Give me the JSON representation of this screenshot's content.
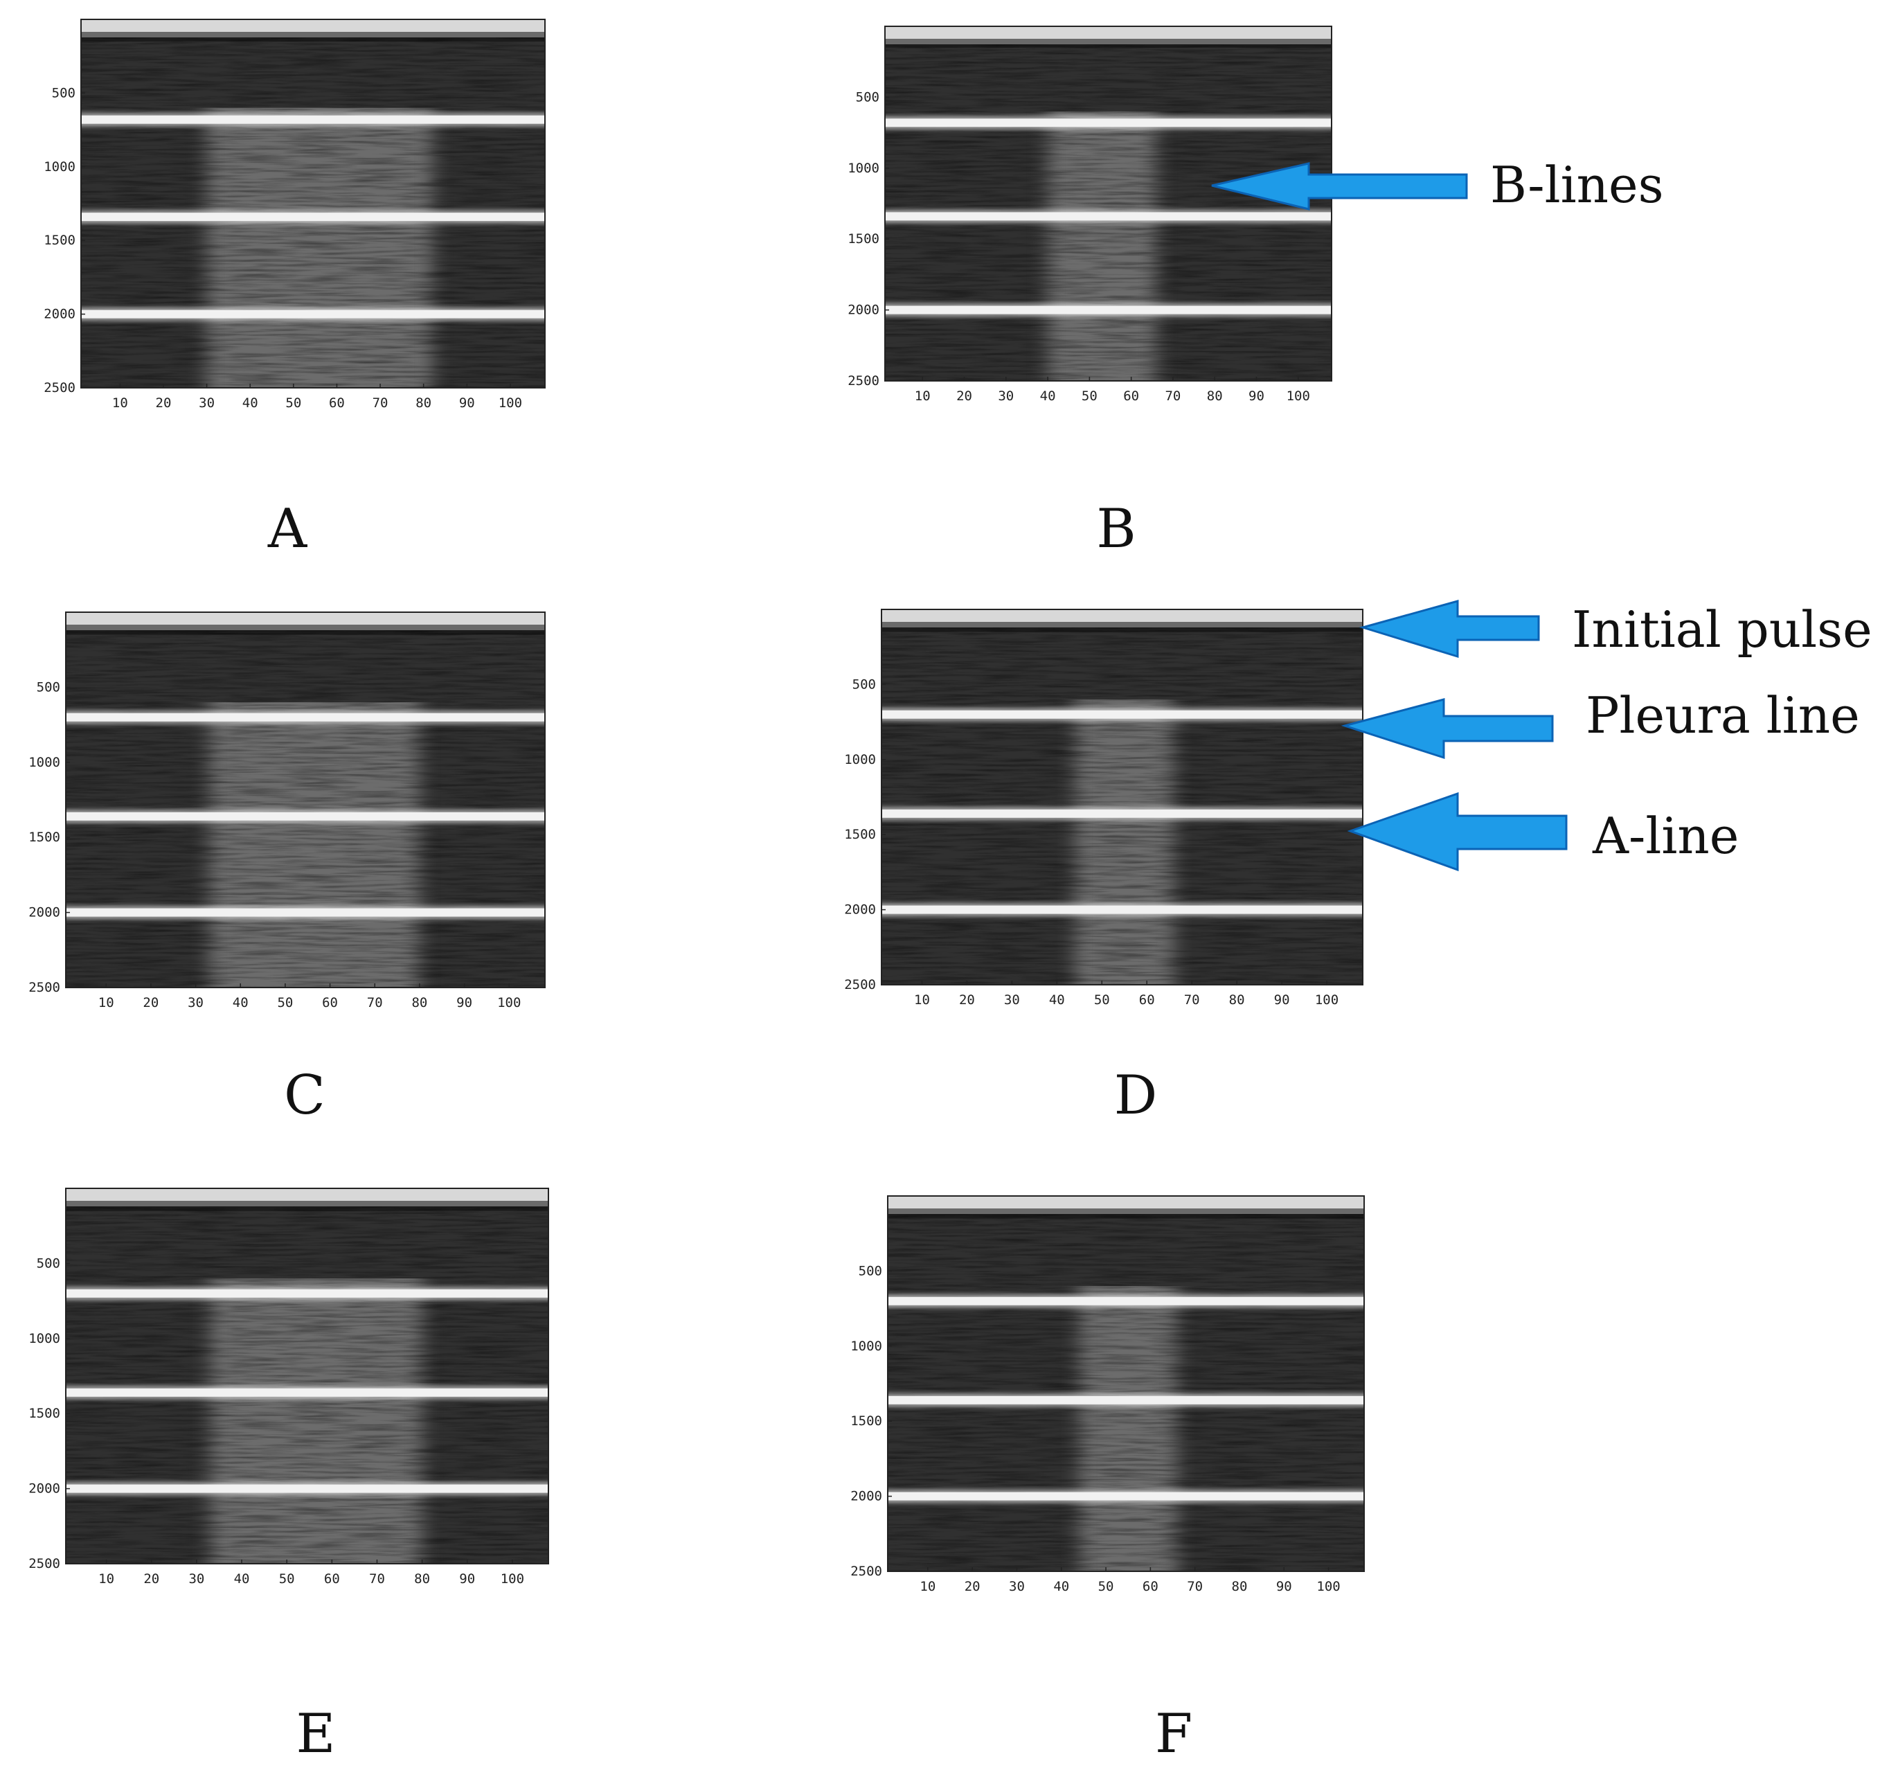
{
  "panels": [
    {
      "id": "A",
      "label": "A",
      "y_ticks": [
        "500",
        "1000",
        "1500",
        "2000",
        "2500"
      ],
      "x_ticks": [
        "10",
        "20",
        "30",
        "40",
        "50",
        "60",
        "70",
        "80",
        "90",
        "100"
      ],
      "y_range": [
        0,
        2500
      ],
      "x_range": [
        1,
        108
      ],
      "bright_band_x": [
        30,
        82
      ],
      "echo_lines_y": [
        680,
        1340,
        2000
      ]
    },
    {
      "id": "B",
      "label": "B",
      "y_ticks": [
        "500",
        "1000",
        "1500",
        "2000",
        "2500"
      ],
      "x_ticks": [
        "10",
        "20",
        "30",
        "40",
        "50",
        "60",
        "70",
        "80",
        "90",
        "100"
      ],
      "y_range": [
        0,
        2500
      ],
      "x_range": [
        1,
        108
      ],
      "bright_band_x": [
        40,
        66
      ],
      "echo_lines_y": [
        680,
        1340,
        2000
      ]
    },
    {
      "id": "C",
      "label": "C",
      "y_ticks": [
        "500",
        "1000",
        "1500",
        "2000",
        "2500"
      ],
      "x_ticks": [
        "10",
        "20",
        "30",
        "40",
        "50",
        "60",
        "70",
        "80",
        "90",
        "100"
      ],
      "y_range": [
        0,
        2500
      ],
      "x_range": [
        1,
        108
      ],
      "bright_band_x": [
        33,
        80
      ],
      "echo_lines_y": [
        700,
        1360,
        2000
      ]
    },
    {
      "id": "D",
      "label": "D",
      "y_ticks": [
        "500",
        "1000",
        "1500",
        "2000",
        "2500"
      ],
      "x_ticks": [
        "10",
        "20",
        "30",
        "40",
        "50",
        "60",
        "70",
        "80",
        "90",
        "100"
      ],
      "y_range": [
        0,
        2500
      ],
      "x_range": [
        1,
        108
      ],
      "bright_band_x": [
        44,
        66
      ],
      "echo_lines_y": [
        700,
        1360,
        2000
      ]
    },
    {
      "id": "E",
      "label": "E",
      "y_ticks": [
        "500",
        "1000",
        "1500",
        "2000",
        "2500"
      ],
      "x_ticks": [
        "10",
        "20",
        "30",
        "40",
        "50",
        "60",
        "70",
        "80",
        "90",
        "100"
      ],
      "y_range": [
        0,
        2500
      ],
      "x_range": [
        1,
        108
      ],
      "bright_band_x": [
        33,
        80
      ],
      "echo_lines_y": [
        700,
        1360,
        2000
      ]
    },
    {
      "id": "F",
      "label": "F",
      "y_ticks": [
        "500",
        "1000",
        "1500",
        "2000",
        "2500"
      ],
      "x_ticks": [
        "10",
        "20",
        "30",
        "40",
        "50",
        "60",
        "70",
        "80",
        "90",
        "100"
      ],
      "y_range": [
        0,
        2500
      ],
      "x_range": [
        1,
        108
      ],
      "bright_band_x": [
        44,
        66
      ],
      "echo_lines_y": [
        700,
        1360,
        2000
      ]
    }
  ],
  "annotations": {
    "b_lines": "B-lines",
    "initial_pulse": "Initial pulse",
    "pleura_line": "Pleura line",
    "a_line": "A-line"
  },
  "colors": {
    "arrow": "#1e9be8",
    "arrow_edge": "#0b63b5",
    "echo_line": "#f2f2f2",
    "background_dark": "#1c1c1c"
  }
}
